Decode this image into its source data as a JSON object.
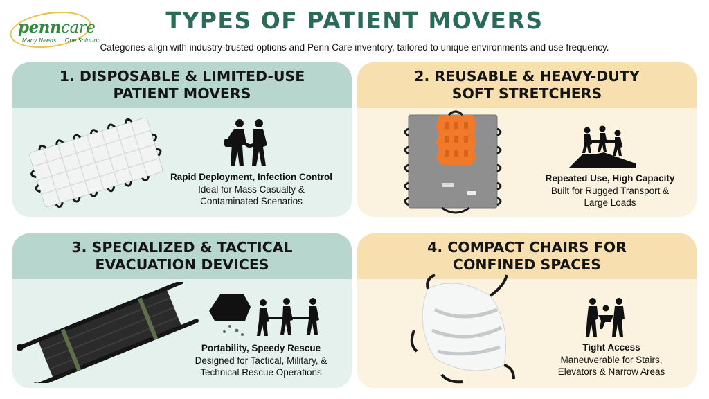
{
  "logo": {
    "brand_main": "penn",
    "brand_accent": "care",
    "tagline": "Many Needs ... One Solution"
  },
  "header": {
    "title": "TYPES OF PATIENT MOVERS",
    "subtitle": "Categories align with industry-trusted options and Penn Care inventory, tailored to unique environments and use frequency."
  },
  "colors": {
    "title": "#2b6a57",
    "green_header": "#b7d6cd",
    "green_body": "#e4f1ec",
    "tan_header": "#f8dfb0",
    "tan_body": "#fbf2df"
  },
  "cards": [
    {
      "heading_line1": "1. DISPOSABLE & LIMITED-USE",
      "heading_line2": "PATIENT MOVERS",
      "feature": "Rapid Deployment, Infection Control",
      "desc_line1": "Ideal for Mass Casualty &",
      "desc_line2": "Contaminated Scenarios",
      "image": "disposable-stretcher-photo",
      "icon": "two-rescuers-carrying-icon"
    },
    {
      "heading_line1": "2. REUSABLE & HEAVY-DUTY",
      "heading_line2": "SOFT STRETCHERS",
      "feature": "Repeated Use, High Capacity",
      "desc_line1": "Built for Rugged Transport &",
      "desc_line2": "Large Loads",
      "image": "soft-stretcher-photo",
      "icon": "team-hauling-on-slope-icon"
    },
    {
      "heading_line1": "3. SPECIALIZED & TACTICAL",
      "heading_line2": "EVACUATION DEVICES",
      "feature": "Portability, Speedy Rescue",
      "desc_line1": "Designed for Tactical, Military, &",
      "desc_line2": "Technical Rescue Operations",
      "image": "tactical-litter-photo",
      "icon": "rescue-team-collapse-icon"
    },
    {
      "heading_line1": "4. COMPACT CHAIRS FOR",
      "heading_line2": "CONFINED SPACES",
      "feature": "Tight Access",
      "desc_line1": "Maneuverable for Stairs,",
      "desc_line2": "Elevators & Narrow Areas",
      "image": "compact-chair-photo",
      "icon": "two-carriers-seated-patient-icon"
    }
  ]
}
